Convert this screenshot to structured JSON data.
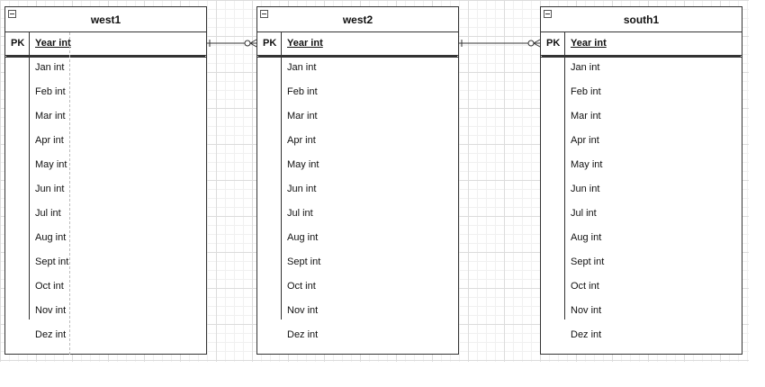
{
  "diagram": {
    "tables": [
      {
        "name": "west1",
        "pk_label": "PK",
        "pk_field": "Year int",
        "fields": [
          "Jan int",
          "Feb int",
          "Mar int",
          "Apr int",
          "May int",
          "Jun int",
          "Jul int",
          "Aug int",
          "Sept int",
          "Oct int",
          "Nov int",
          "Dez int"
        ]
      },
      {
        "name": "west2",
        "pk_label": "PK",
        "pk_field": "Year int",
        "fields": [
          "Jan int",
          "Feb int",
          "Mar int",
          "Apr int",
          "May int",
          "Jun int",
          "Jul int",
          "Aug int",
          "Sept int",
          "Oct int",
          "Nov int",
          "Dez int"
        ]
      },
      {
        "name": "south1",
        "pk_label": "PK",
        "pk_field": "Year int",
        "fields": [
          "Jan int",
          "Feb int",
          "Mar int",
          "Apr int",
          "May int",
          "Jun int",
          "Jul int",
          "Aug int",
          "Sept int",
          "Oct int",
          "Nov int",
          "Dez int"
        ]
      }
    ],
    "relationships": [
      {
        "from": "west1",
        "to": "west2",
        "from_cardinality": "one",
        "to_cardinality": "zero-or-many"
      },
      {
        "from": "west2",
        "to": "south1",
        "from_cardinality": "one",
        "to_cardinality": "zero-or-many"
      }
    ]
  }
}
